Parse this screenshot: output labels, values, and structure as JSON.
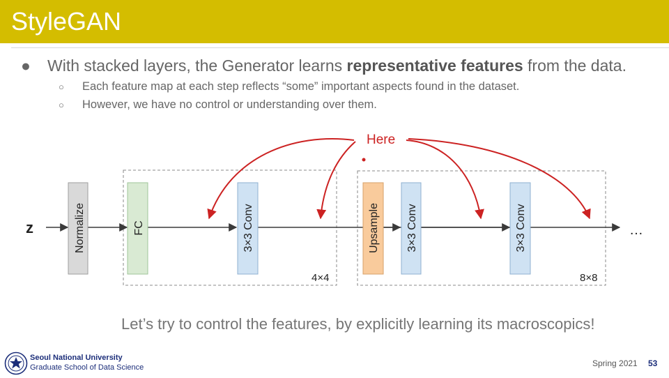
{
  "slide": {
    "title": "StyleGAN",
    "bullets": {
      "main": {
        "before": "With stacked layers, the Generator learns ",
        "bold": "representative features",
        "after": " from the data."
      },
      "sub": [
        "Each feature map at each step reflects “some” important aspects found in the dataset.",
        "However, we have no control or understanding over them."
      ]
    },
    "tagline": "Let’s try to control the features, by explicitly learning its macroscopics!"
  },
  "diagram": {
    "input_label": "z",
    "blocks": [
      {
        "label": "Normalize",
        "fill": "#d9d9d9",
        "stroke": "#9e9e9e"
      },
      {
        "label": "FC",
        "fill": "#d9ead3",
        "stroke": "#9fc59a"
      },
      {
        "label": "3×3 Conv",
        "fill": "#cfe2f3",
        "stroke": "#8fb0d0"
      },
      {
        "label": "Upsample",
        "fill": "#f9cb9c",
        "stroke": "#d7a06a"
      },
      {
        "label": "3×3 Conv",
        "fill": "#cfe2f3",
        "stroke": "#8fb0d0"
      },
      {
        "label": "3×3 Conv",
        "fill": "#cfe2f3",
        "stroke": "#8fb0d0"
      }
    ],
    "stages": [
      "4×4",
      "8×8"
    ],
    "continuation": "…",
    "annotation": "Here",
    "annotation_color": "#cc2222"
  },
  "footer": {
    "university": "Seoul National University",
    "school": "Graduate School of Data Science",
    "semester": "Spring 2021",
    "page": "53"
  },
  "colors": {
    "title_bar": "#d4bd00",
    "footer_text": "#1c2e7a"
  }
}
